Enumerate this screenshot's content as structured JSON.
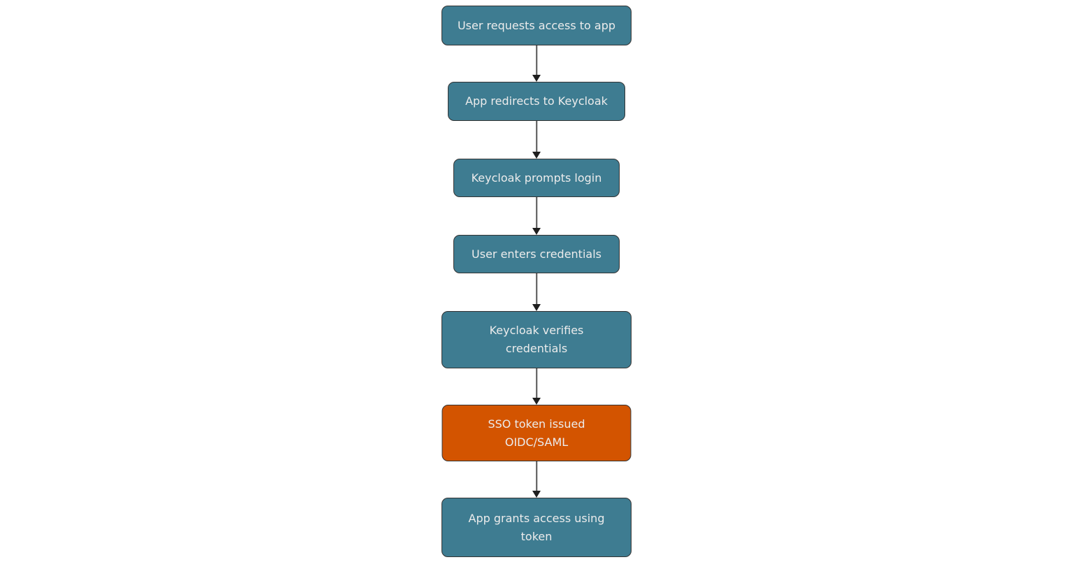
{
  "diagram": {
    "type": "flowchart",
    "direction": "top-to-bottom",
    "nodes": [
      {
        "lines": [
          "User requests access to app"
        ],
        "emphasis": false
      },
      {
        "lines": [
          "App redirects to Keycloak"
        ],
        "emphasis": false
      },
      {
        "lines": [
          "Keycloak prompts login"
        ],
        "emphasis": false
      },
      {
        "lines": [
          "User enters credentials"
        ],
        "emphasis": false
      },
      {
        "lines": [
          "Keycloak verifies",
          "credentials"
        ],
        "emphasis": false
      },
      {
        "lines": [
          "SSO token issued",
          "OIDC/SAML"
        ],
        "emphasis": true
      },
      {
        "lines": [
          "App grants access using",
          "token"
        ],
        "emphasis": false
      }
    ],
    "edges": [
      [
        0,
        1
      ],
      [
        1,
        2
      ],
      [
        2,
        3
      ],
      [
        3,
        4
      ],
      [
        4,
        5
      ],
      [
        5,
        6
      ]
    ]
  },
  "colors": {
    "background": "#ffffff",
    "node-fill": "#3e7c91",
    "node-stroke": "#333333",
    "highlight-fill": "#d35400",
    "highlight-stroke": "#333333",
    "node-text": "#ececec",
    "arrow-line": "#555555",
    "arrow-head": "#1f1f1f"
  }
}
